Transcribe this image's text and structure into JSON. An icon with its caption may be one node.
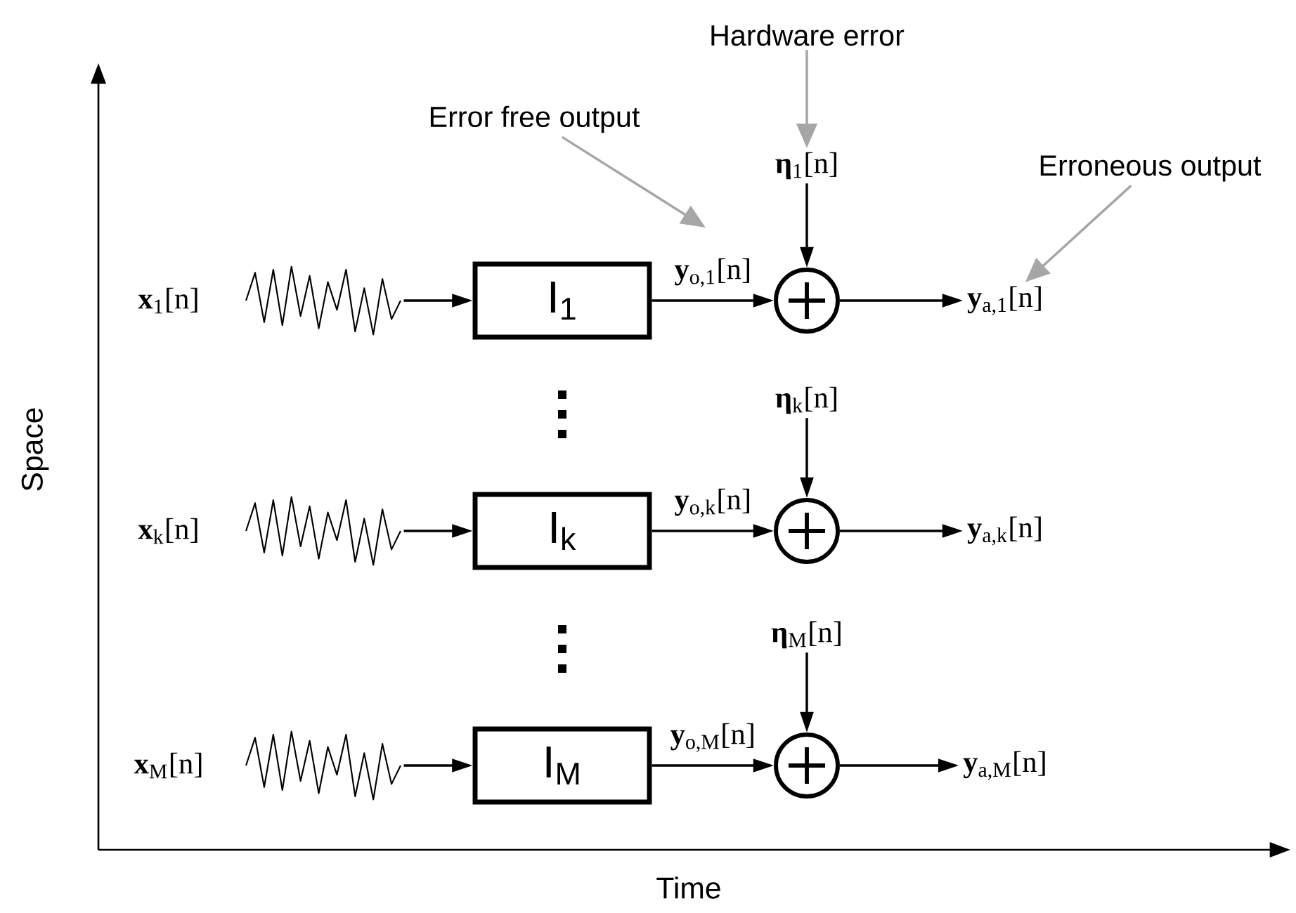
{
  "diagram": {
    "nodes": [
      {
        "text": [
          "**x**$_{1}$[n]"
        ]
      },
      {
        "text": [],
        "shape": "picture"
      },
      {
        "text": [
          "I$_{1}$"
        ]
      },
      {
        "text": [],
        "shape": "circle"
      },
      {
        "text": [
          "**η**$_{1}$[n]"
        ]
      },
      {
        "text": [
          "**y**$_{a,1}$[n]"
        ]
      },
      {
        "text": [
          "**x**$_{k}$[n]"
        ]
      },
      {
        "text": [],
        "shape": "picture"
      },
      {
        "text": [
          "I$_{k}$"
        ]
      },
      {
        "text": [],
        "shape": "circle"
      },
      {
        "text": [
          "**η**$_{k}$[n]"
        ]
      },
      {
        "text": [
          "**y**$_{a,k}$[n]"
        ]
      },
      {
        "text": [
          "**x**$_{M}$[n]"
        ]
      },
      {
        "text": [],
        "shape": "picture"
      },
      {
        "text": [
          "I$_{M}$"
        ]
      },
      {
        "text": [],
        "shape": "circle"
      },
      {
        "text": [
          "**η**$_{M}$[n]"
        ]
      },
      {
        "text": [
          "**y**$_{a,M}$[n]"
        ]
      },
      {
        "text": [
          "Error free output"
        ]
      },
      {
        "text": [
          "Hardware error"
        ]
      },
      {
        "text": [
          "Erroneous output"
        ]
      }
    ],
    "edges": [
      {
        "from": 1,
        "to": 2,
        "arrow": "to"
      },
      {
        "from": 2,
        "to": 3,
        "arrow": "to",
        "label": "**y**$_{o,1}$[n]"
      },
      {
        "from": 4,
        "to": 3,
        "arrow": "to"
      },
      {
        "from": 3,
        "to": 5,
        "arrow": "to"
      },
      {
        "from": 7,
        "to": 8,
        "arrow": "to"
      },
      {
        "from": 8,
        "to": 9,
        "arrow": "to",
        "label": "**y**$_{o,k}$[n]"
      },
      {
        "from": 10,
        "to": 9,
        "arrow": "to"
      },
      {
        "from": 9,
        "to": 11,
        "arrow": "to"
      },
      {
        "from": 13,
        "to": 14,
        "arrow": "to"
      },
      {
        "from": 14,
        "to": 15,
        "arrow": "to",
        "label": "**y**$_{o,M}$[n]"
      },
      {
        "from": 16,
        "to": 15,
        "arrow": "to"
      },
      {
        "from": 15,
        "to": 17,
        "arrow": "to"
      },
      {
        "from": 18,
        "to": null,
        "arrow": "to",
        "color": "#a6a6a6"
      },
      {
        "from": 19,
        "to": 4,
        "arrow": "to",
        "color": "#a6a6a6"
      },
      {
        "from": 20,
        "to": 5,
        "arrow": "to",
        "color": "#a6a6a6"
      }
    ],
    "labels": [
      "Space",
      "Time"
    ]
  }
}
